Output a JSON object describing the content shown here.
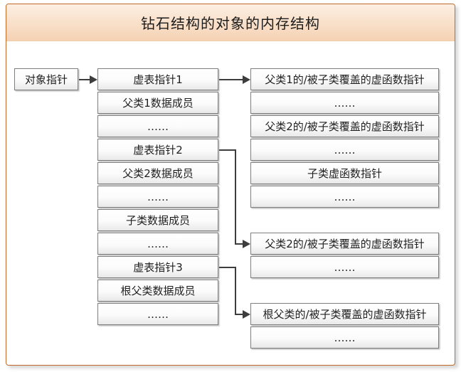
{
  "title": "钻石结构的对象的内存结构",
  "colors": {
    "panel_border": "#c06a29",
    "title_gradient_top": "#fcefe4",
    "title_gradient_bottom": "#f5d2b4",
    "cell_border": "#7f7f7f",
    "arrow": "#3d3d3d"
  },
  "object_pointer": {
    "label": "对象指针"
  },
  "memory_layout": {
    "cells": [
      "虚表指针1",
      "父类1数据成员",
      "……",
      "虚表指针2",
      "父类2数据成员",
      "……",
      "子类数据成员",
      "……",
      "虚表指针3",
      "根父类数据成员",
      "……"
    ]
  },
  "vtables": {
    "vtable1": {
      "cells": [
        "父类1的/被子类覆盖的虚函数指针",
        "……",
        "父类2的/被子类覆盖的虚函数指针",
        "……",
        "子类虚函数指针",
        "……"
      ]
    },
    "vtable2": {
      "cells": [
        "父类2的/被子类覆盖的虚函数指针",
        "……"
      ]
    },
    "vtable3": {
      "cells": [
        "根父类的/被子类覆盖的虚函数指针",
        "……"
      ]
    }
  }
}
